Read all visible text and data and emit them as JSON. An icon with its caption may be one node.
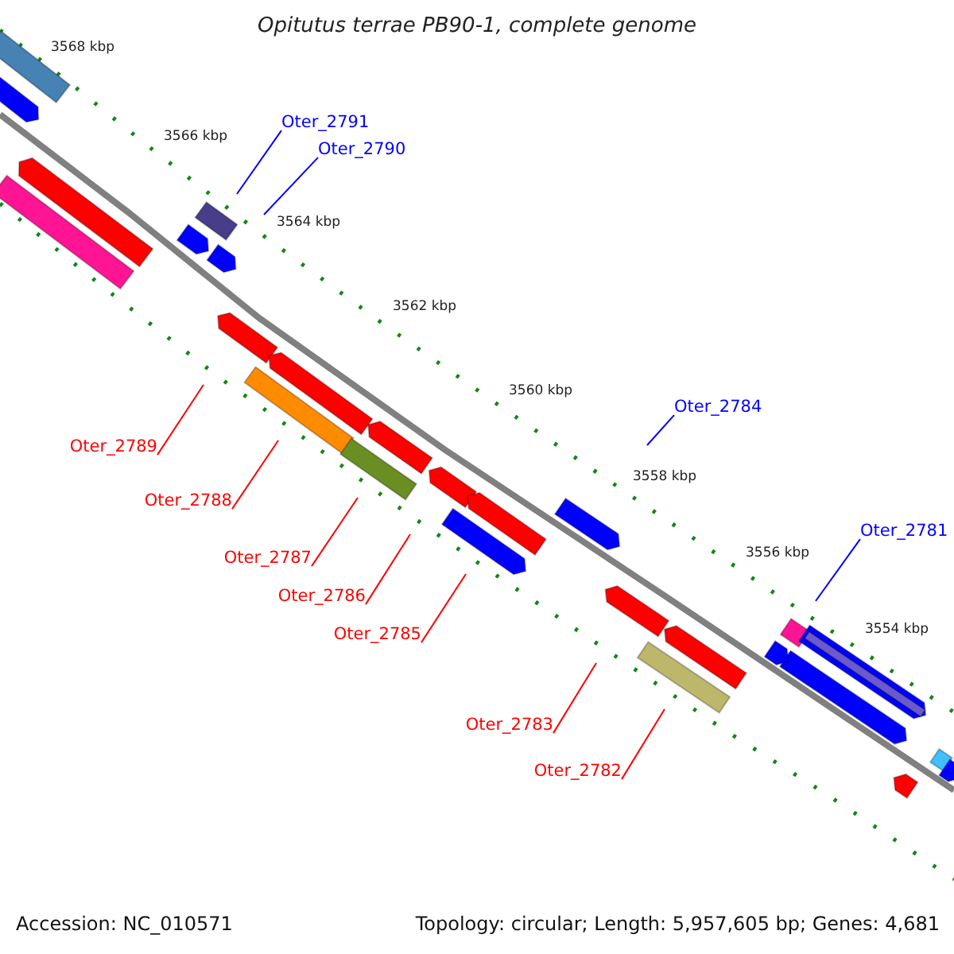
{
  "diagram": {
    "title": "Opitutus terrae PB90-1, complete genome",
    "nodes": [
      {
        "text": [
          "Oter_2791"
        ]
      },
      {
        "text": [
          "Oter_2790"
        ]
      },
      {
        "text": [
          "Oter_2789"
        ]
      },
      {
        "text": [
          "Oter_2788"
        ]
      },
      {
        "text": [
          "Oter_2787"
        ]
      },
      {
        "text": [
          "Oter_2786"
        ]
      },
      {
        "text": [
          "Oter_2785"
        ]
      },
      {
        "text": [
          "Oter_2784"
        ]
      },
      {
        "text": [
          "Oter_2783"
        ]
      },
      {
        "text": [
          "Oter_2782"
        ]
      },
      {
        "text": [
          "Oter_2781"
        ]
      }
    ],
    "edges": [
      {
        "from": 0,
        "to": null,
        "arrow": "none",
        "color": "#0000ff"
      },
      {
        "from": 1,
        "to": null,
        "arrow": "none",
        "color": "#0000ff"
      },
      {
        "from": 2,
        "to": null,
        "arrow": "none"
      },
      {
        "from": 3,
        "to": null,
        "arrow": "none"
      },
      {
        "from": 4,
        "to": null,
        "arrow": "none"
      },
      {
        "from": 5,
        "to": null,
        "arrow": "none"
      },
      {
        "from": 6,
        "to": null,
        "arrow": "none"
      },
      {
        "from": 7,
        "to": null,
        "arrow": "none",
        "color": "#0000ff"
      },
      {
        "from": 8,
        "to": null,
        "arrow": "none"
      },
      {
        "from": 9,
        "to": null,
        "arrow": "none"
      },
      {
        "from": 10,
        "to": null,
        "arrow": "none",
        "color": "#0000ff"
      }
    ],
    "labels": [
      "3568 kbp",
      "3566 kbp",
      "3564 kbp",
      "3562 kbp",
      "3560 kbp",
      "3558 kbp",
      "3556 kbp",
      "3554 kbp",
      "Accession: NC_010571",
      "Topology: circular; Length: 5,957,605 bp; Genes: 4,681"
    ]
  }
}
